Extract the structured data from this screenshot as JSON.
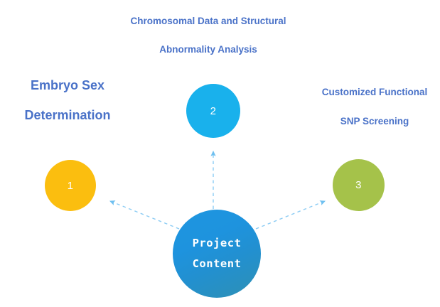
{
  "diagram": {
    "title": "Project Content",
    "background_color": "#ffffff",
    "label_color": "#4A72C8",
    "connector_color": "#7FC6F2"
  },
  "center": {
    "name": "project-content",
    "line1": "Project",
    "line2": "Content",
    "color_start": "#1E96E0",
    "color_end": "#2E90B4"
  },
  "nodes": [
    {
      "number": "1",
      "color": "#FBBE0F",
      "label_lines": [
        "Embryo Sex",
        "Determination"
      ]
    },
    {
      "number": "2",
      "color": "#19B1EC",
      "label_lines": [
        "Chromosomal Data and Structural",
        "Abnormality Analysis"
      ]
    },
    {
      "number": "3",
      "color": "#A5C24A",
      "label_lines": [
        "Customized Functional",
        "SNP Screening"
      ]
    }
  ],
  "connectors": [
    {
      "name": "arrow-center-to-node-1",
      "direction": "up-left",
      "style": "dashed"
    },
    {
      "name": "arrow-center-to-node-2",
      "direction": "up",
      "style": "dashed"
    },
    {
      "name": "arrow-center-to-node-3",
      "direction": "up-right",
      "style": "dashed"
    }
  ]
}
